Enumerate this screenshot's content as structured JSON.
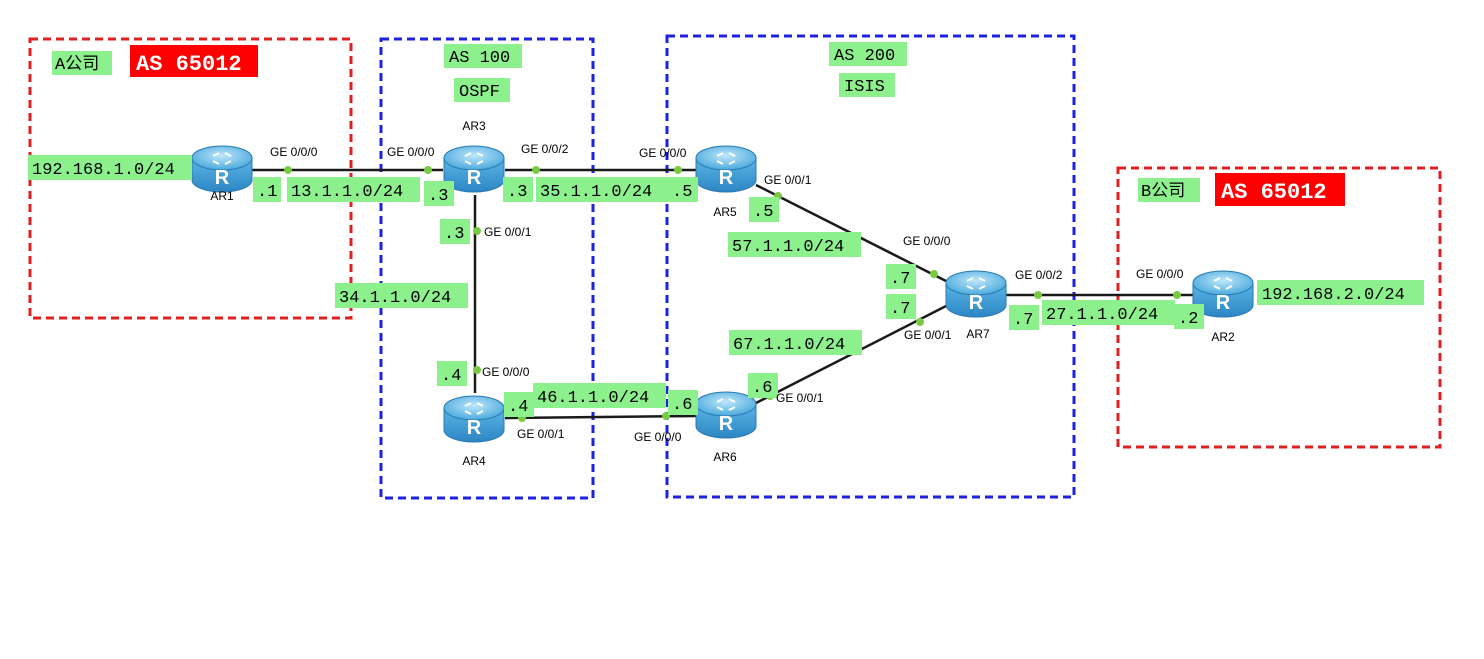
{
  "colors": {
    "red_dash": "#e02020",
    "blue_dash": "#1e22e0",
    "label_green": "#8cf08c",
    "as_red": "#ff0000",
    "link": "#1a1a1a",
    "port_dot": "#7ac943",
    "router_body": "#4aa9dc"
  },
  "zones": {
    "a_company": {
      "name": "A公司",
      "as": "AS 65012"
    },
    "as100": {
      "name": "AS 100",
      "protocol": "OSPF"
    },
    "as200": {
      "name": "AS 200",
      "protocol": "ISIS"
    },
    "b_company": {
      "name": "B公司",
      "as": "AS 65012"
    }
  },
  "routers": {
    "ar1": {
      "name": "AR1",
      "icon": "router-icon"
    },
    "ar2": {
      "name": "AR2",
      "icon": "router-icon"
    },
    "ar3": {
      "name": "AR3",
      "icon": "router-icon"
    },
    "ar4": {
      "name": "AR4",
      "icon": "router-icon"
    },
    "ar5": {
      "name": "AR5",
      "icon": "router-icon"
    },
    "ar6": {
      "name": "AR6",
      "icon": "router-icon"
    },
    "ar7": {
      "name": "AR7",
      "icon": "router-icon"
    }
  },
  "networks": {
    "lan_a": "192.168.1.0/24",
    "lan_b": "192.168.2.0/24",
    "n13": "13.1.1.0/24",
    "n35": "35.1.1.0/24",
    "n34": "34.1.1.0/24",
    "n46": "46.1.1.0/24",
    "n57": "57.1.1.0/24",
    "n67": "67.1.1.0/24",
    "n27": "27.1.1.0/24"
  },
  "hosts": {
    "ar1_13": ".1",
    "ar3_13": ".3",
    "ar3_35": ".3",
    "ar3_34": ".3",
    "ar5_35": ".5",
    "ar5_57": ".5",
    "ar4_34": ".4",
    "ar4_46": ".4",
    "ar6_46": ".6",
    "ar6_67": ".6",
    "ar7_57": ".7",
    "ar7_67": ".7",
    "ar7_27": ".7",
    "ar2_27": ".2"
  },
  "ports": {
    "ar1_g000": "GE 0/0/0",
    "ar3_g000": "GE 0/0/0",
    "ar3_g002": "GE 0/0/2",
    "ar3_g001": "GE 0/0/1",
    "ar5_g000": "GE 0/0/0",
    "ar5_g001": "GE 0/0/1",
    "ar4_g000": "GE 0/0/0",
    "ar4_g001": "GE 0/0/1",
    "ar6_g000": "GE 0/0/0",
    "ar6_g001": "GE 0/0/1",
    "ar7_g000": "GE 0/0/0",
    "ar7_g001": "GE 0/0/1",
    "ar7_g002": "GE 0/0/2",
    "ar2_g000": "GE 0/0/0"
  }
}
